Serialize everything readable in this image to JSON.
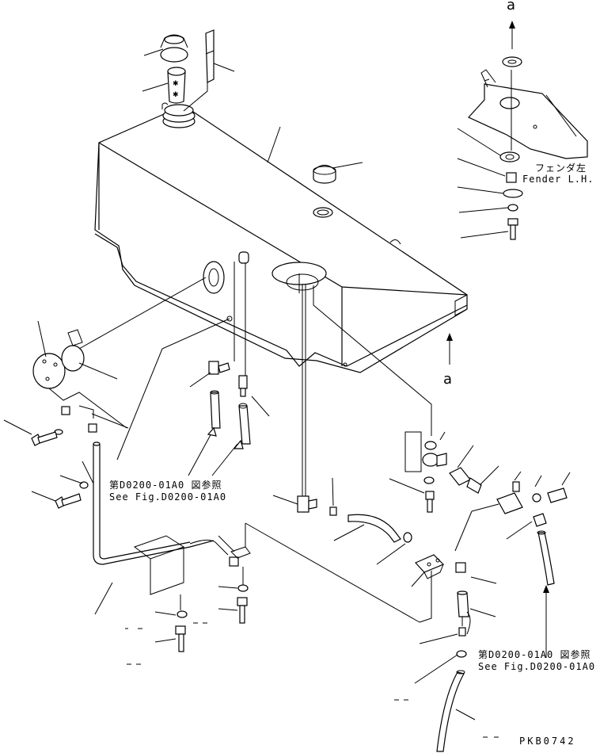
{
  "view_letters": {
    "top": "a",
    "right": "a"
  },
  "fender": {
    "jp": "フェンダ左",
    "en": "Fender L.H."
  },
  "refs": {
    "left_jp": "第D0200-01A0 図参照",
    "left_en": "See Fig.D0200-01A0",
    "right_jp": "第D0200-01A0 図参照",
    "right_en": "See Fig.D0200-01A0"
  },
  "drawing_id": "PKB0742",
  "icons": [
    "fuel-tank-icon",
    "filler-cap-icon",
    "strainer-icon",
    "bracket-icon",
    "bolt-icon",
    "washer-icon",
    "hose-icon",
    "valve-icon",
    "fitting-icon",
    "arrow-up-icon"
  ]
}
